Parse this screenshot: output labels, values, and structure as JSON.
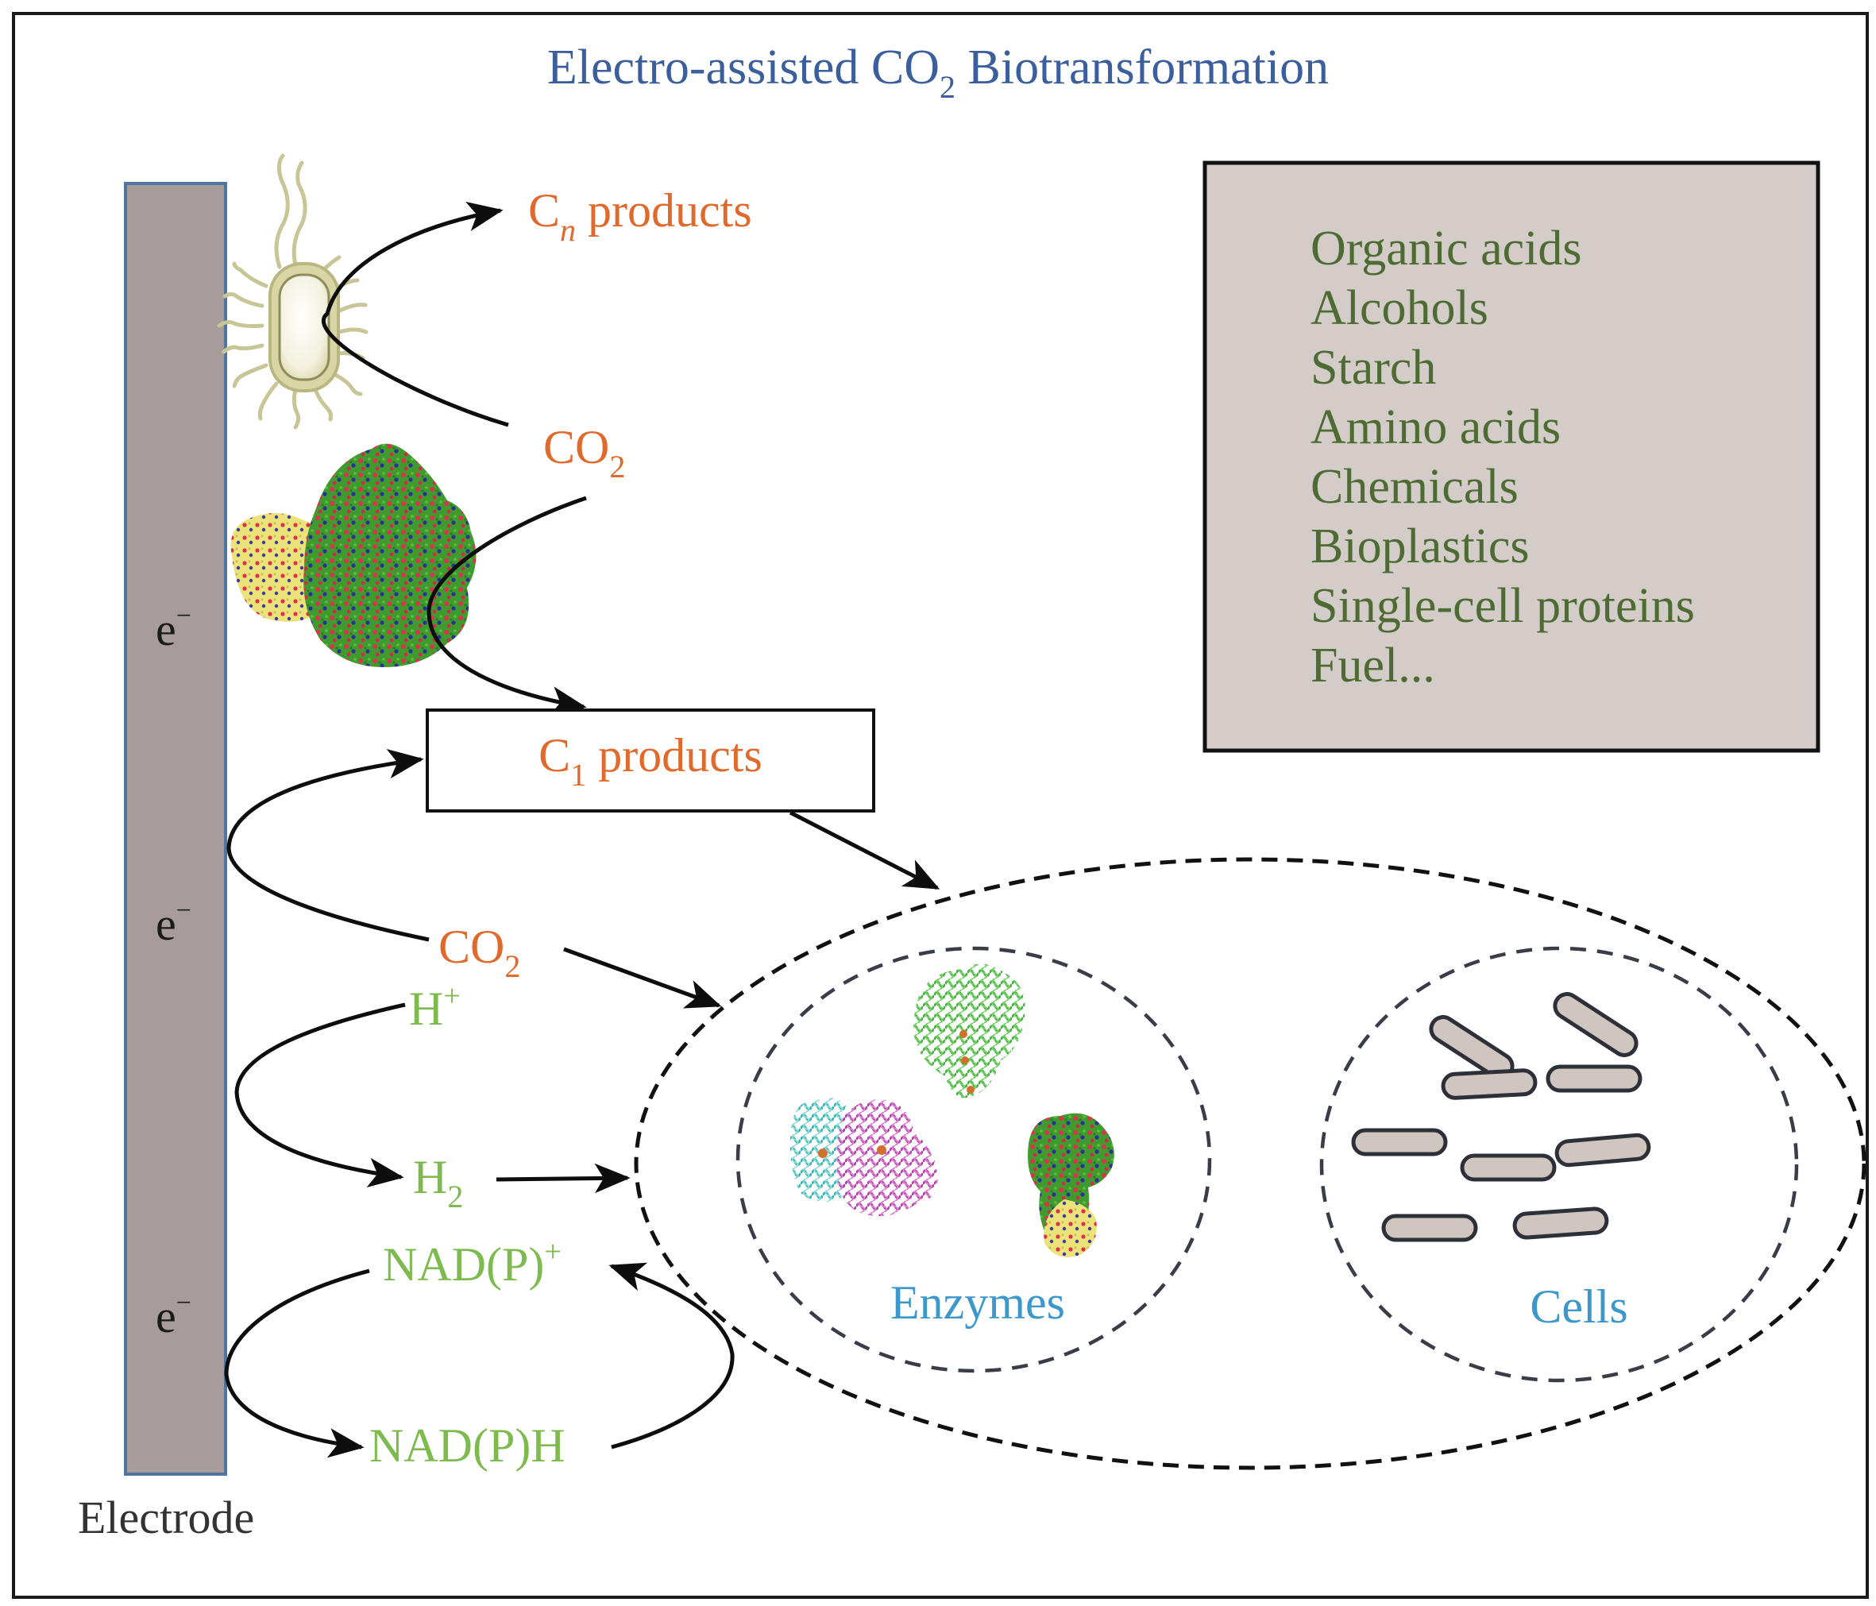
{
  "title": {
    "prefix": "Electro-assisted CO",
    "subscript": "2",
    "suffix": " Biotransformation"
  },
  "colors": {
    "title": "#3b5e9c",
    "carbon_species": "#e06a2c",
    "hydrogen_species": "#7dbb4e",
    "products_list": "#4d6b32",
    "catalyst_labels": "#3c97cb",
    "electrode_fill": "#a89b9b",
    "electrode_border": "#4f76a0",
    "products_box_fill": "#d3ccc9"
  },
  "electrode": {
    "label": "Electrode",
    "electrons": [
      {
        "base": "e",
        "sup": "−"
      },
      {
        "base": "e",
        "sup": "−"
      },
      {
        "base": "e",
        "sup": "−"
      }
    ]
  },
  "species": {
    "cn_products": {
      "base": "C",
      "sub": "n",
      "rest": " products"
    },
    "co2_top": {
      "base": "CO",
      "sub": "2"
    },
    "c1_products": {
      "base": "C",
      "sub": "1",
      "rest": " products"
    },
    "co2_mid": {
      "base": "CO",
      "sub": "2"
    },
    "h_plus": {
      "base": "H",
      "sup": "+"
    },
    "h2": {
      "base": "H",
      "sub": "2"
    },
    "nadp_plus": {
      "base": "NAD(P)",
      "sup": "+"
    },
    "nadph": {
      "base": "NAD(P)H"
    }
  },
  "biocatalysts": {
    "enzymes_label": "Enzymes",
    "cells_label": "Cells",
    "icons": [
      "bacterium-icon",
      "enzyme-surface-icon",
      "enzyme-ribbon-green-icon",
      "enzyme-ribbon-multicolor-icon",
      "enzyme-surface-small-icon",
      "rod-cell-icon"
    ]
  },
  "products_list": [
    "Organic acids",
    "Alcohols",
    "Starch",
    "Amino acids",
    "Chemicals",
    "Bioplastics",
    "Single-cell proteins",
    "Fuel..."
  ]
}
